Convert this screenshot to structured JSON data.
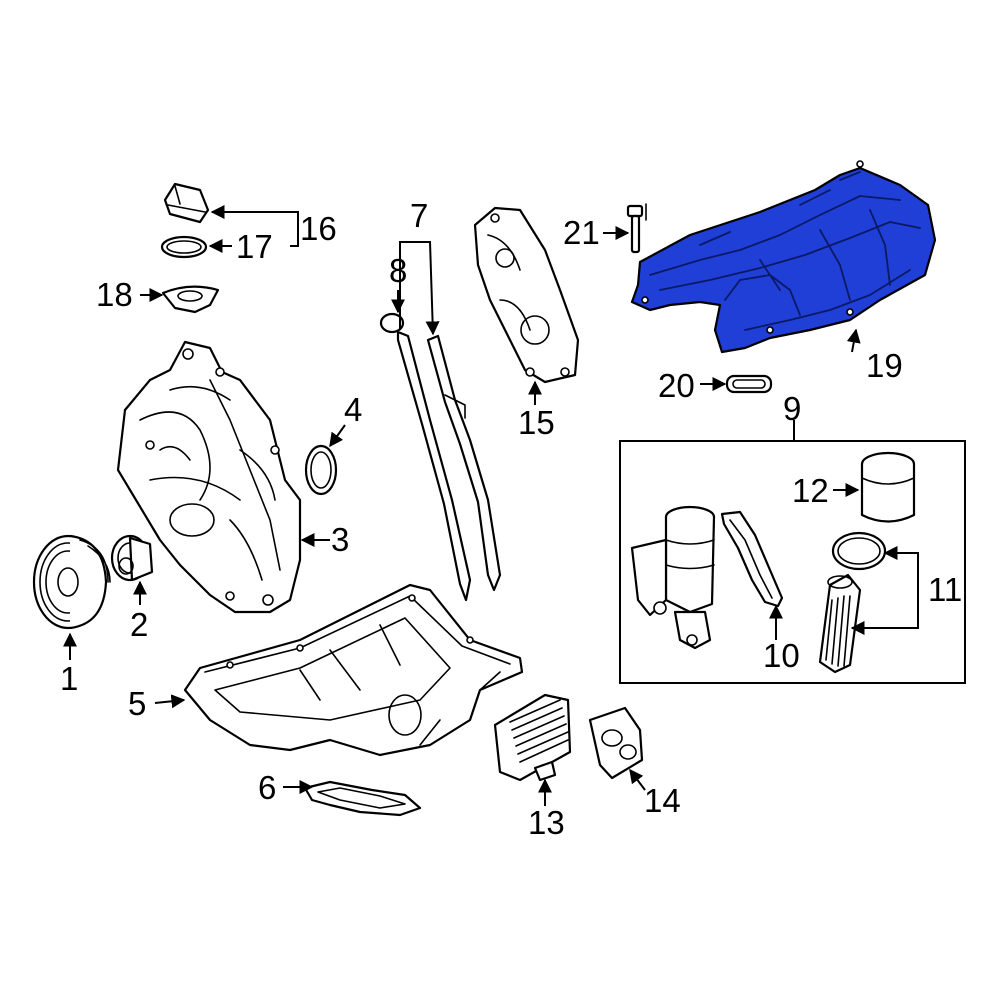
{
  "highlight_color": "#1f3fd6",
  "callouts": {
    "c1": "1",
    "c2": "2",
    "c3": "3",
    "c4": "4",
    "c5": "5",
    "c6": "6",
    "c7": "7",
    "c8": "8",
    "c9": "9",
    "c10": "10",
    "c11": "11",
    "c12": "12",
    "c13": "13",
    "c14": "14",
    "c15": "15",
    "c16": "16",
    "c17": "17",
    "c18": "18",
    "c19": "19",
    "c20": "20",
    "c21": "21"
  }
}
